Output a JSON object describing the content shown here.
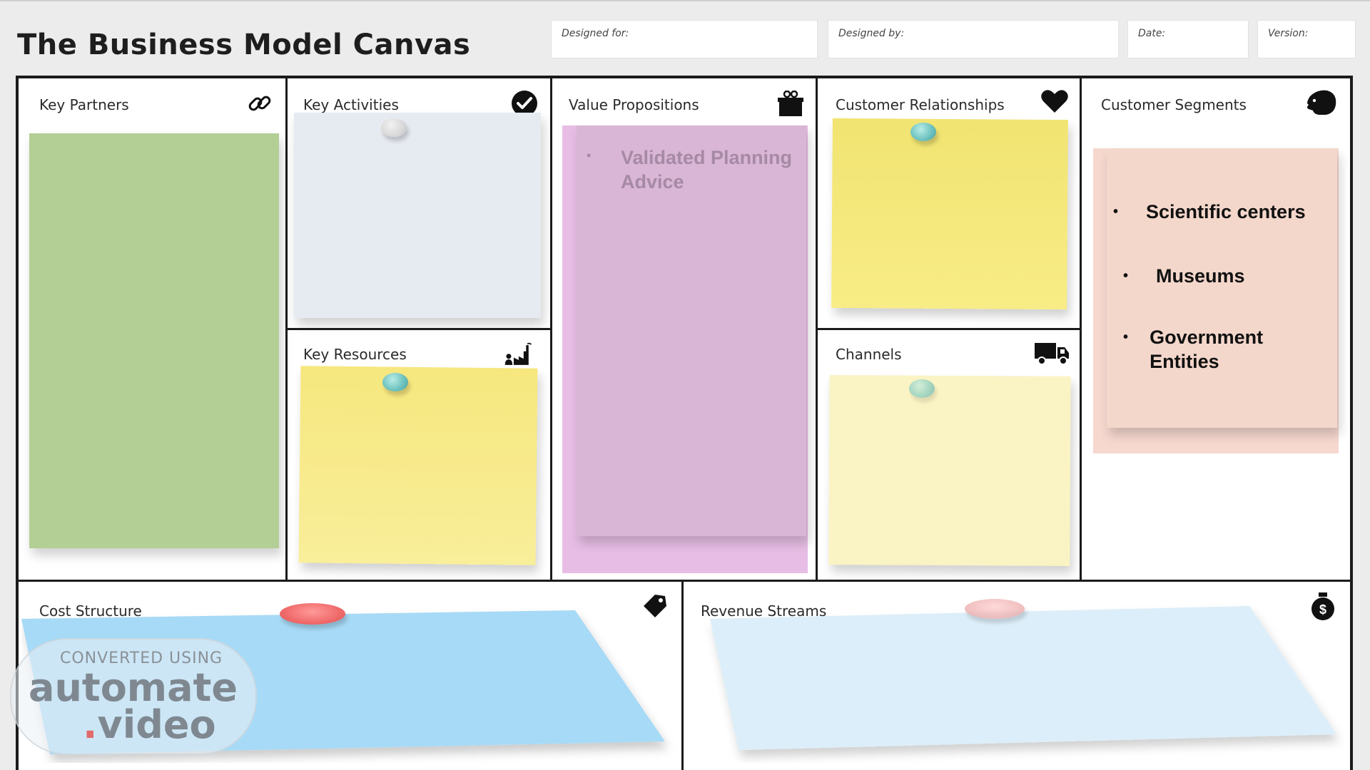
{
  "header": {
    "title": "The Business Model Canvas",
    "designed_for_label": "Designed for:",
    "designed_by_label": "Designed by:",
    "date_label": "Date:",
    "version_label": "Version:"
  },
  "cells": {
    "key_partners": {
      "label": "Key Partners",
      "icon": "link-icon"
    },
    "key_activities": {
      "label": "Key Activities",
      "icon": "checkmark-icon"
    },
    "key_resources": {
      "label": "Key Resources",
      "icon": "factory-worker-icon"
    },
    "value_propositions": {
      "label": "Value Propositions",
      "icon": "gift-icon",
      "items": [
        "Validated Planning Advice"
      ]
    },
    "customer_relationships": {
      "label": "Customer Relationships",
      "icon": "heart-icon"
    },
    "channels": {
      "label": "Channels",
      "icon": "truck-icon"
    },
    "customer_segments": {
      "label": "Customer Segments",
      "icon": "head-icon",
      "items": [
        "Scientific centers",
        "Museums",
        "Government Entities"
      ]
    },
    "cost_structure": {
      "label": "Cost Structure",
      "icon": "price-tag-icon"
    },
    "revenue_streams": {
      "label": "Revenue Streams",
      "icon": "money-bag-icon"
    }
  },
  "watermark": {
    "line1": "CONVERTED USING",
    "line2": "automate",
    "line3_dot": ".",
    "line3": "video"
  },
  "colors": {
    "key_partners_note": "#b2cf94",
    "key_activities_note": "#e4e8ef",
    "yellow_note": "#f8ec8a",
    "pale_yellow_note": "#faf4c6",
    "purple_note": "#deb6da",
    "peach_note": "#f4d7cc",
    "blue_note": "#a9dbf6",
    "pale_blue_note": "#dceef9"
  }
}
